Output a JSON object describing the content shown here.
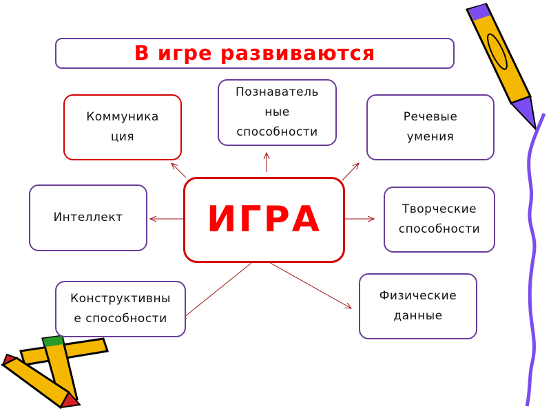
{
  "title": "В игре развиваются",
  "center": "ИГРА",
  "nodes": {
    "communication": "Коммуника\nция",
    "cognitive": "Познаватель\nные\nспособности",
    "speech": "Речевые\nумения",
    "intellect": "Интеллект",
    "creative": "Творческие\nспособности",
    "constructive": "Конструктивны\nе способности",
    "physical": "Физические\nданные"
  },
  "colors": {
    "accent": "#ff0000",
    "border": "#6a3d9a",
    "arrow": "#a01010",
    "pencil": "#f5b800",
    "squiggle": "#7b4df0"
  }
}
